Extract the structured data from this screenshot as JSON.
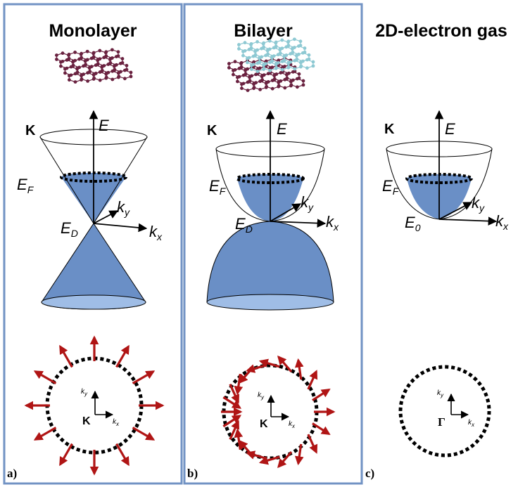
{
  "panels": [
    {
      "title": "Monolayer",
      "valley": "K",
      "energy_axis": "E",
      "fermi_label": "E",
      "fermi_sub": "F",
      "point_label": "E",
      "point_sub": "D",
      "ky_main": "k",
      "ky_sub": "y",
      "kx_main": "k",
      "kx_sub": "x",
      "circle_ky": "k",
      "circle_ky_sub": "y",
      "circle_kx": "k",
      "circle_kx_sub": "x",
      "center": "K",
      "tag": "a)"
    },
    {
      "title": "Bilayer",
      "valley": "K",
      "energy_axis": "E",
      "fermi_label": "E",
      "fermi_sub": "F",
      "point_label": "E",
      "point_sub": "D",
      "ky_main": "k",
      "ky_sub": "y",
      "kx_main": "k",
      "kx_sub": "x",
      "circle_ky": "k",
      "circle_ky_sub": "y",
      "circle_kx": "k",
      "circle_kx_sub": "x",
      "center": "K",
      "tag": "b)"
    },
    {
      "title": "2D-electron gas",
      "valley": "K",
      "energy_axis": "E",
      "fermi_label": "E",
      "fermi_sub": "F",
      "point_label": "E",
      "point_sub": "0",
      "ky_main": "k",
      "ky_sub": "y",
      "kx_main": "k",
      "kx_sub": "x",
      "circle_ky": "k",
      "circle_ky_sub": "y",
      "circle_kx": "k",
      "circle_kx_sub": "x",
      "center": "Γ",
      "tag": "c)"
    }
  ],
  "colors": {
    "frame": "#7293c4",
    "fill_blue": "#6a8fc6",
    "fill_light": "#9fbde6",
    "arrow_red": "#b01515",
    "lattice_purple": "#6a2240",
    "lattice_cyan": "#8ec9d3"
  }
}
